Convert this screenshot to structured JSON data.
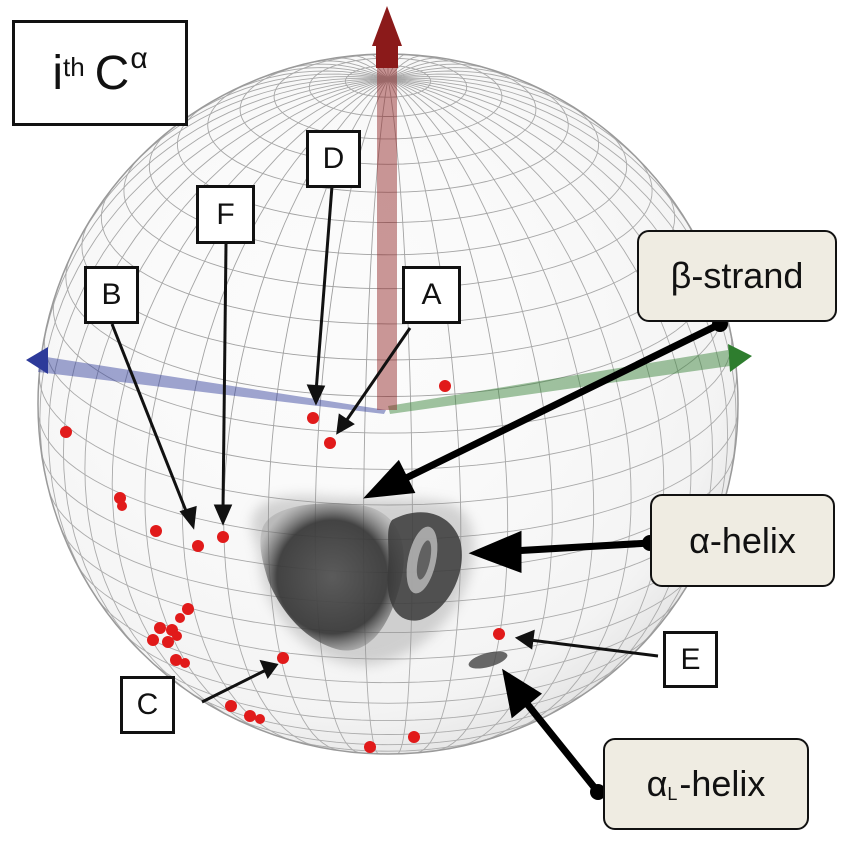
{
  "title": {
    "main": "i",
    "sup": "th",
    "atom": "C",
    "atom_sup": "α"
  },
  "point_labels": {
    "a": "A",
    "b": "B",
    "c": "C",
    "d": "D",
    "e": "E",
    "f": "F"
  },
  "structure_labels": {
    "beta": "β-strand",
    "alpha": "α-helix",
    "alphaL": {
      "prefix": "α",
      "sub": "L",
      "suffix": "-helix"
    }
  },
  "colors": {
    "z_axis": "#8b1a1a",
    "x_axis": "#2d3a9a",
    "y_axis": "#2e7d2e",
    "data_point": "#e11a1a",
    "density": "#2a2a2a",
    "label_fill": "#efece2"
  }
}
